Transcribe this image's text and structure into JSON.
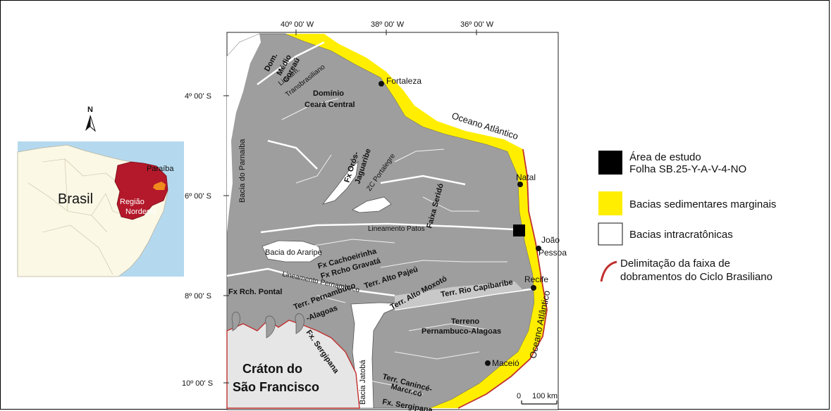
{
  "inset": {
    "north": "N",
    "country": "Brasil",
    "region": "Região Nordeste",
    "state": "Paraíba"
  },
  "coords": {
    "top": [
      "40º 00' W",
      "38º 00' W",
      "36º 00' W"
    ],
    "left": [
      "4º 00' S",
      "6º 00' S",
      "8º 00' S",
      "10º 00' S"
    ]
  },
  "cities": [
    "Fortaleza",
    "Natal",
    "João",
    "Pessoa",
    "Recife",
    "Maceió"
  ],
  "oceans": [
    "Oceano Atlântico",
    "Oceano Atlântico"
  ],
  "basins": [
    "Bacia do Parnaíba",
    "Bacia do Araripe",
    "Bacia Jatobá"
  ],
  "craton": [
    "Cráton do",
    "São Francisco"
  ],
  "units": {
    "dom_medio": [
      "Dom.",
      "Médio",
      "Coreaú"
    ],
    "lineam_trans": [
      "Lineam.",
      "Transbrasiliano"
    ],
    "dom_ceara": [
      "Domínio",
      "Ceará Central"
    ],
    "fx_oros": [
      "Fx Orós-",
      "Jaguaribe"
    ],
    "zc_portalegre": "ZC Portalegre",
    "faixa_serido": "Faixa Seridó",
    "lineam_patos": "Lineamento Patos",
    "fx_cachoeirinha": "Fx Cachoeirinha",
    "fx_rcho": "Fx Rcho Gravatá",
    "lineam_pernambuco": "Lineamento Pernambuco",
    "terr_pajeu": "Terr. Alto Pajeú",
    "terr_moxoto": "Terr. Alto Moxotó",
    "terr_rio": "Terr. Rio Capibaribe",
    "fx_pontal": "Fx Rch. Pontal",
    "terr_pe_al": [
      "Terr. Pernambuco",
      "-Alagoas"
    ],
    "fx_sergipana1": "Fx. Sergipana",
    "terreno_pe_al": [
      "Terreno",
      "Pernambuco-Alagoas"
    ],
    "terr_canince": [
      "Terr. Canincé-",
      "Marcr.có"
    ],
    "fx_sergipana2": "Fx. Sergipana"
  },
  "scale": {
    "zero": "0",
    "label": "100 km"
  },
  "legend": {
    "study_area": [
      "Área de estudo",
      "Folha SB.25-Y-A-V-4-NO"
    ],
    "marginal": "Bacias sedimentares marginais",
    "intracratonic": "Bacias intracratônicas",
    "fold_belt": [
      "Delimitação da faixa de",
      "dobramentos do Ciclo Brasiliano"
    ]
  },
  "colors": {
    "basement": "#9e9e9e",
    "craton": "#e6e6e6",
    "marginal_basins": "#ffee00",
    "fold_belt_line": "#c0302f",
    "inset_nordeste": "#b3192a",
    "inset_land": "#fbf8e6",
    "inset_sea": "#b4d9ef",
    "paraiba": "#f08a1c"
  }
}
